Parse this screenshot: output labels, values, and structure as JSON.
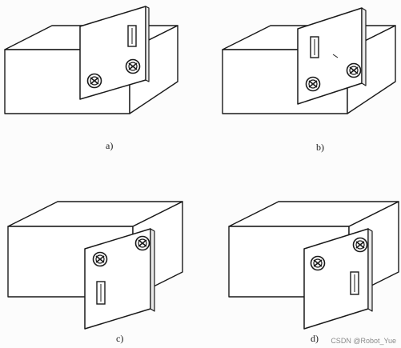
{
  "panels": [
    {
      "label": "a)"
    },
    {
      "label": "b)"
    },
    {
      "label": "c)"
    },
    {
      "label": "d)"
    }
  ],
  "watermark": "CSDN @Robot_Yue",
  "colors": {
    "line": "#1a1a1a",
    "paper": "#fcfcfc"
  }
}
